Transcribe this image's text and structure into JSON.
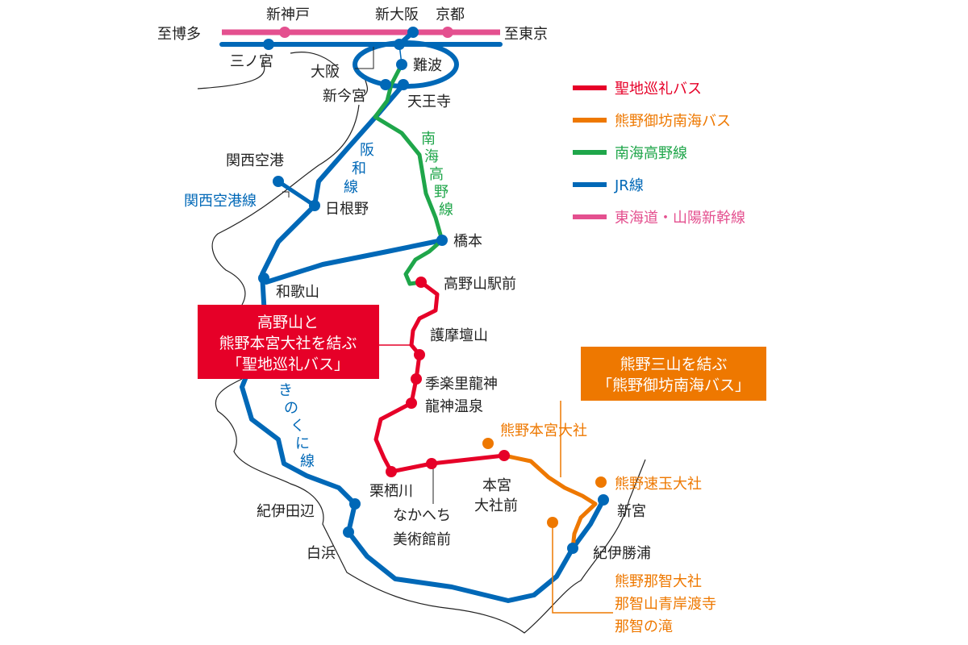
{
  "colors": {
    "pilgrim_bus": "#e60028",
    "kumano_bus": "#ee7800",
    "nankai_koya": "#1fa64a",
    "jr": "#0068b7",
    "shinkansen": "#e4508f"
  },
  "stations": {
    "to_hakata": "至博多",
    "shin_kobe": "新神戸",
    "shin_osaka": "新大阪",
    "kyoto": "京都",
    "to_tokyo": "至東京",
    "sannomiya": "三ノ宮",
    "osaka": "大阪",
    "namba": "難波",
    "shin_imamiya": "新今宮",
    "tennoji": "天王寺",
    "kansai_airport": "関西空港",
    "hineno": "日根野",
    "hashimoto": "橋本",
    "wakayama": "和歌山",
    "koyasan_ekimae": "高野山駅前",
    "gomadanzan": "護摩壇山",
    "kirari_ryujin": "季楽里龍神",
    "ryujin_onsen": "龍神温泉",
    "kurisugawa": "栗栖川",
    "nakahechi_1": "なかへち",
    "nakahechi_2": "美術館前",
    "hongu_1": "本宮",
    "hongu_2": "大社前",
    "kii_tanabe": "紀伊田辺",
    "shirahama": "白浜",
    "shingu": "新宮",
    "kii_katsuura": "紀伊勝浦"
  },
  "shrines": {
    "hongu_taisha": "熊野本宮大社",
    "hayatama_taisha": "熊野速玉大社",
    "nachi_1": "熊野那智大社",
    "nachi_2": "那智山青岸渡寺",
    "nachi_3": "那智の滝"
  },
  "lines": {
    "hanwa": [
      "阪",
      "和",
      "線"
    ],
    "nankai_koya": [
      "南",
      "海",
      "高",
      "野",
      "線"
    ],
    "kansai_airport_line": "関西空港線",
    "kinokuni": [
      "き",
      "の",
      "く",
      "に",
      "線"
    ]
  },
  "legend": [
    {
      "label": "聖地巡礼バス",
      "color": "#e60028"
    },
    {
      "label": "熊野御坊南海バス",
      "color": "#ee7800"
    },
    {
      "label": "南海高野線",
      "color": "#1fa64a"
    },
    {
      "label": "JR線",
      "color": "#0068b7"
    },
    {
      "label": "東海道・山陽新幹線",
      "color": "#e4508f"
    }
  ],
  "callouts": {
    "pilgrim": [
      "高野山と",
      "熊野本宮大社を結ぶ",
      "「聖地巡礼バス」"
    ],
    "kumano": [
      "熊野三山を結ぶ",
      "「熊野御坊南海バス」"
    ]
  }
}
